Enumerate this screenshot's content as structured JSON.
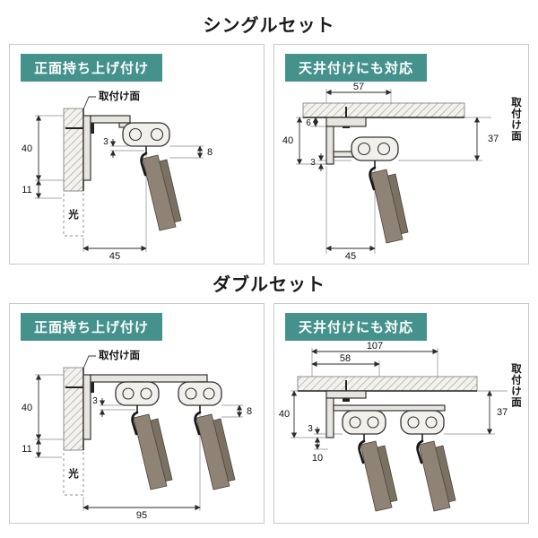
{
  "colors": {
    "header_bg": "#45928d",
    "fabric": "#8e8375",
    "fabric_dark": "#7b7163"
  },
  "sections": {
    "single": {
      "title": "シングルセット"
    },
    "double": {
      "title": "ダブルセット"
    }
  },
  "panels": {
    "p1": {
      "header": "正面持ち上げ付け",
      "mount_surface": "取付け面",
      "light": "光",
      "dim_40": "40",
      "dim_11": "11",
      "dim_3": "3",
      "dim_8": "8",
      "dim_45": "45"
    },
    "p2": {
      "header": "天井付けにも対応",
      "mount_surface": "取付け面",
      "dim_57": "57",
      "dim_6": "6",
      "dim_40": "40",
      "dim_3": "3",
      "dim_37": "37",
      "dim_45": "45"
    },
    "p3": {
      "header": "正面持ち上げ付け",
      "mount_surface": "取付け面",
      "light": "光",
      "dim_40": "40",
      "dim_11": "11",
      "dim_3": "3",
      "dim_8": "8",
      "dim_95": "95"
    },
    "p4": {
      "header": "天井付けにも対応",
      "mount_surface": "取付け面",
      "dim_107": "107",
      "dim_58": "58",
      "dim_40": "40",
      "dim_3": "3",
      "dim_37": "37",
      "dim_10": "10"
    }
  }
}
